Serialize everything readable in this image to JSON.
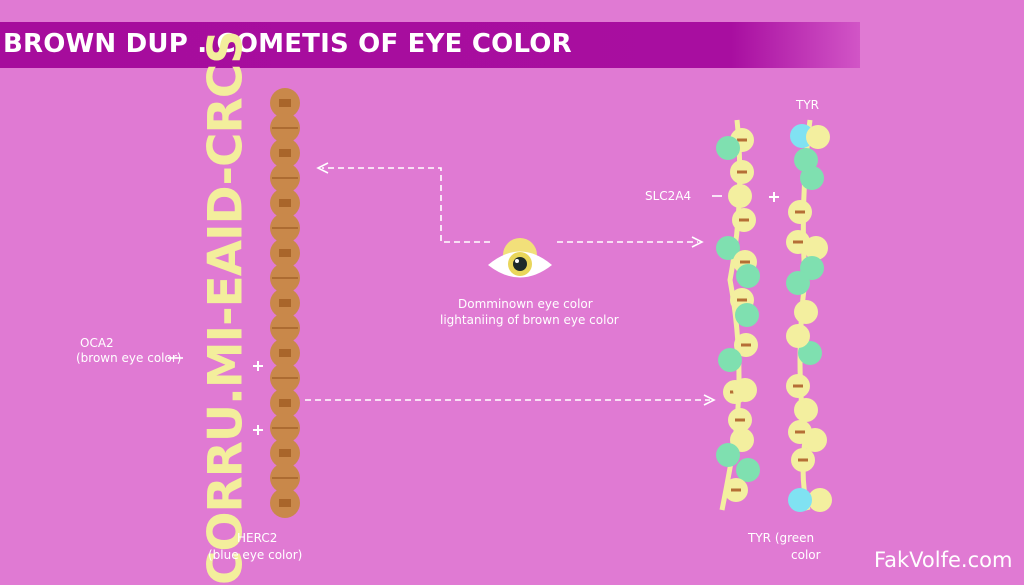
{
  "header": {
    "title": "BROWN DUP . COMETIS OF EYE COLOR"
  },
  "left_chain": {
    "vertical_label": "CORRU.MI-EAID-CRCS",
    "bead_color": "#c9884a"
  },
  "labels": {
    "oca2": "OCA2",
    "oca2_sub": "(brown eye color)",
    "herc2": "HERC2",
    "herc2_sub": "(blue eye color)",
    "center_line1": "Domminown eye color",
    "center_line2": "lightaniing of brown eye color",
    "slc2a4": "SLC2A4",
    "tyr_top": "TYR",
    "tyr_bottom1": "TYR (green",
    "tyr_bottom2": "color"
  },
  "watermark": "FakVolfe.com",
  "colors": {
    "background": "#e07ad3",
    "header": "#a60c9c",
    "yellow": "#f3ef9f",
    "green": "#7fe0b0",
    "cyan": "#80e2f2",
    "brown": "#c9884a"
  },
  "icons": [
    "eye-icon",
    "arrow-left-icon",
    "arrow-right-icon",
    "plus-icon"
  ]
}
